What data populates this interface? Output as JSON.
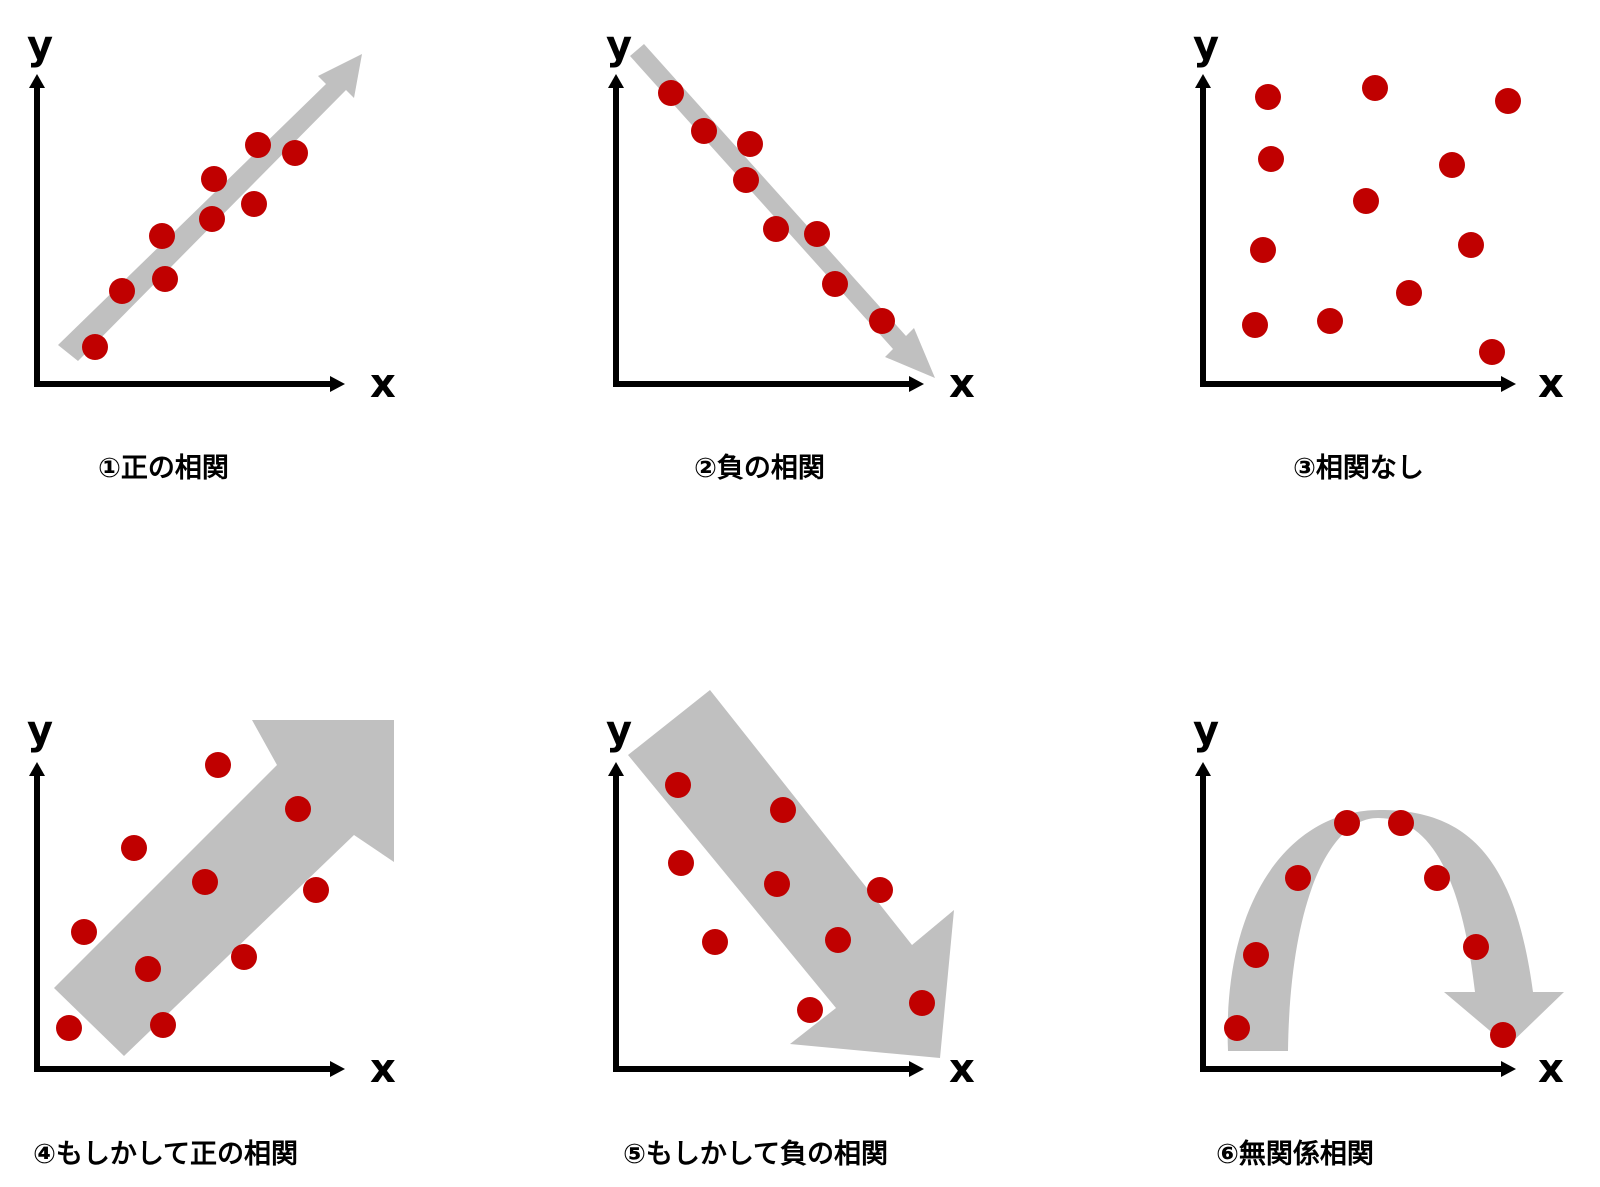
{
  "colors": {
    "point": "#c00000",
    "trend_arrow": "#c0c0c0",
    "axis": "#000000"
  },
  "panels": [
    {
      "caption": "①正の相関",
      "x_label": "x",
      "y_label": "y",
      "trend": "rising"
    },
    {
      "caption": "②負の相関",
      "x_label": "x",
      "y_label": "y",
      "trend": "falling"
    },
    {
      "caption": "③相関なし",
      "x_label": "x",
      "y_label": "y",
      "trend": "none"
    },
    {
      "caption": "④もしかして正の相関",
      "x_label": "x",
      "y_label": "y",
      "trend": "rising (wide)"
    },
    {
      "caption": "⑤もしかして負の相関",
      "x_label": "x",
      "y_label": "y",
      "trend": "falling (wide)"
    },
    {
      "caption": "⑥無関係相関",
      "x_label": "x",
      "y_label": "y",
      "trend": "arch"
    }
  ]
}
